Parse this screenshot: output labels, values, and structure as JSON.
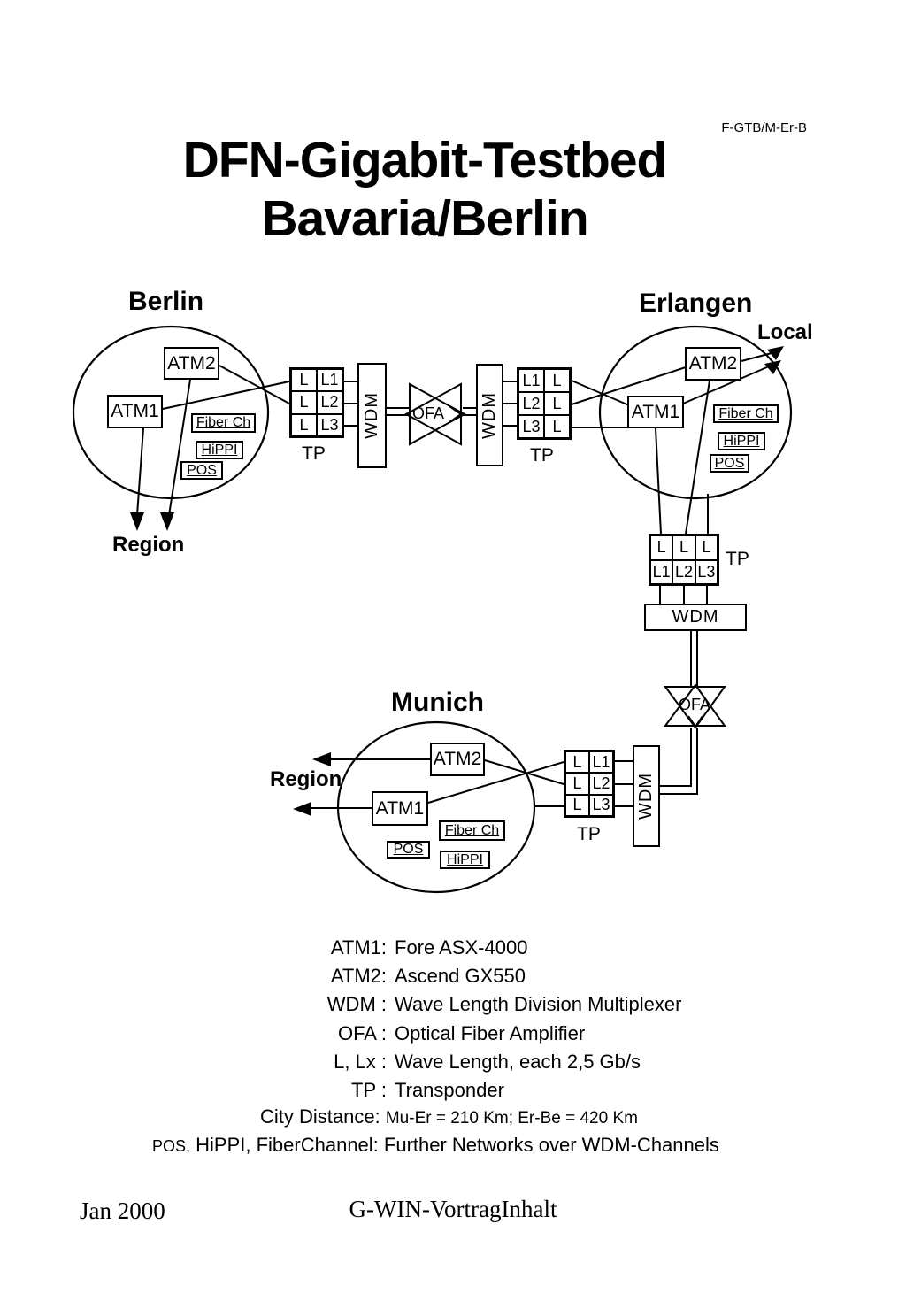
{
  "header": {
    "code": "F-GTB/M-Er-B",
    "title1": "DFN-Gigabit-Testbed",
    "title2": "Bavaria/Berlin"
  },
  "clouds": {
    "berlin": {
      "name": "Berlin",
      "atm1": "ATM1",
      "atm2": "ATM2",
      "fiber": "Fiber Ch",
      "hippi": "HiPPI",
      "pos": "POS",
      "region": "Region"
    },
    "erlangen": {
      "name": "Erlangen",
      "atm1": "ATM1",
      "atm2": "ATM2",
      "fiber": "Fiber Ch",
      "hippi": "HiPPI",
      "pos": "POS",
      "local": "Local"
    },
    "munich": {
      "name": "Munich",
      "atm1": "ATM1",
      "atm2": "ATM2",
      "fiber": "Fiber Ch",
      "hippi": "HiPPI",
      "pos": "POS",
      "region": "Region"
    }
  },
  "tp": {
    "berlin": {
      "label": "TP",
      "cells": [
        "L",
        "L1",
        "L",
        "L2",
        "L",
        "L3"
      ]
    },
    "erlangen_right": {
      "label": "TP",
      "cells": [
        "L1",
        "L",
        "L2",
        "L",
        "L3",
        "L"
      ]
    },
    "erlangen_lower": {
      "label": "TP",
      "cells": [
        "L",
        "L",
        "L",
        "L1",
        "L2",
        "L3"
      ]
    },
    "munich": {
      "label": "TP",
      "cells": [
        "L",
        "L1",
        "L",
        "L2",
        "L",
        "L3"
      ]
    }
  },
  "wdm": {
    "left": "WDM",
    "right": "WDM",
    "erlangen": "WDM",
    "munich": "WDM"
  },
  "ofa": {
    "mid": "OFA",
    "south": "OFA"
  },
  "legend": {
    "rows": [
      {
        "term": "ATM1:",
        "desc": "Fore ASX-4000"
      },
      {
        "term": "ATM2:",
        "desc": "Ascend GX550"
      },
      {
        "term": "WDM :",
        "desc": "Wave Length Division Multiplexer"
      },
      {
        "term": "OFA :",
        "desc": "Optical Fiber Amplifier"
      },
      {
        "term": "L, Lx :",
        "desc": "Wave Length, each 2,5 Gb/s"
      },
      {
        "term": "TP :",
        "desc": "Transponder"
      }
    ],
    "city_label": "City Distance:",
    "city_value": "Mu-Er = 210 Km; Er-Be = 420 Km",
    "pos_prefix": "POS,",
    "pos_rest": "HiPPI, FiberChannel: Further Networks over WDM-Channels"
  },
  "footer": {
    "date": "Jan 2000",
    "title": "G-WIN-VortragInhalt"
  }
}
